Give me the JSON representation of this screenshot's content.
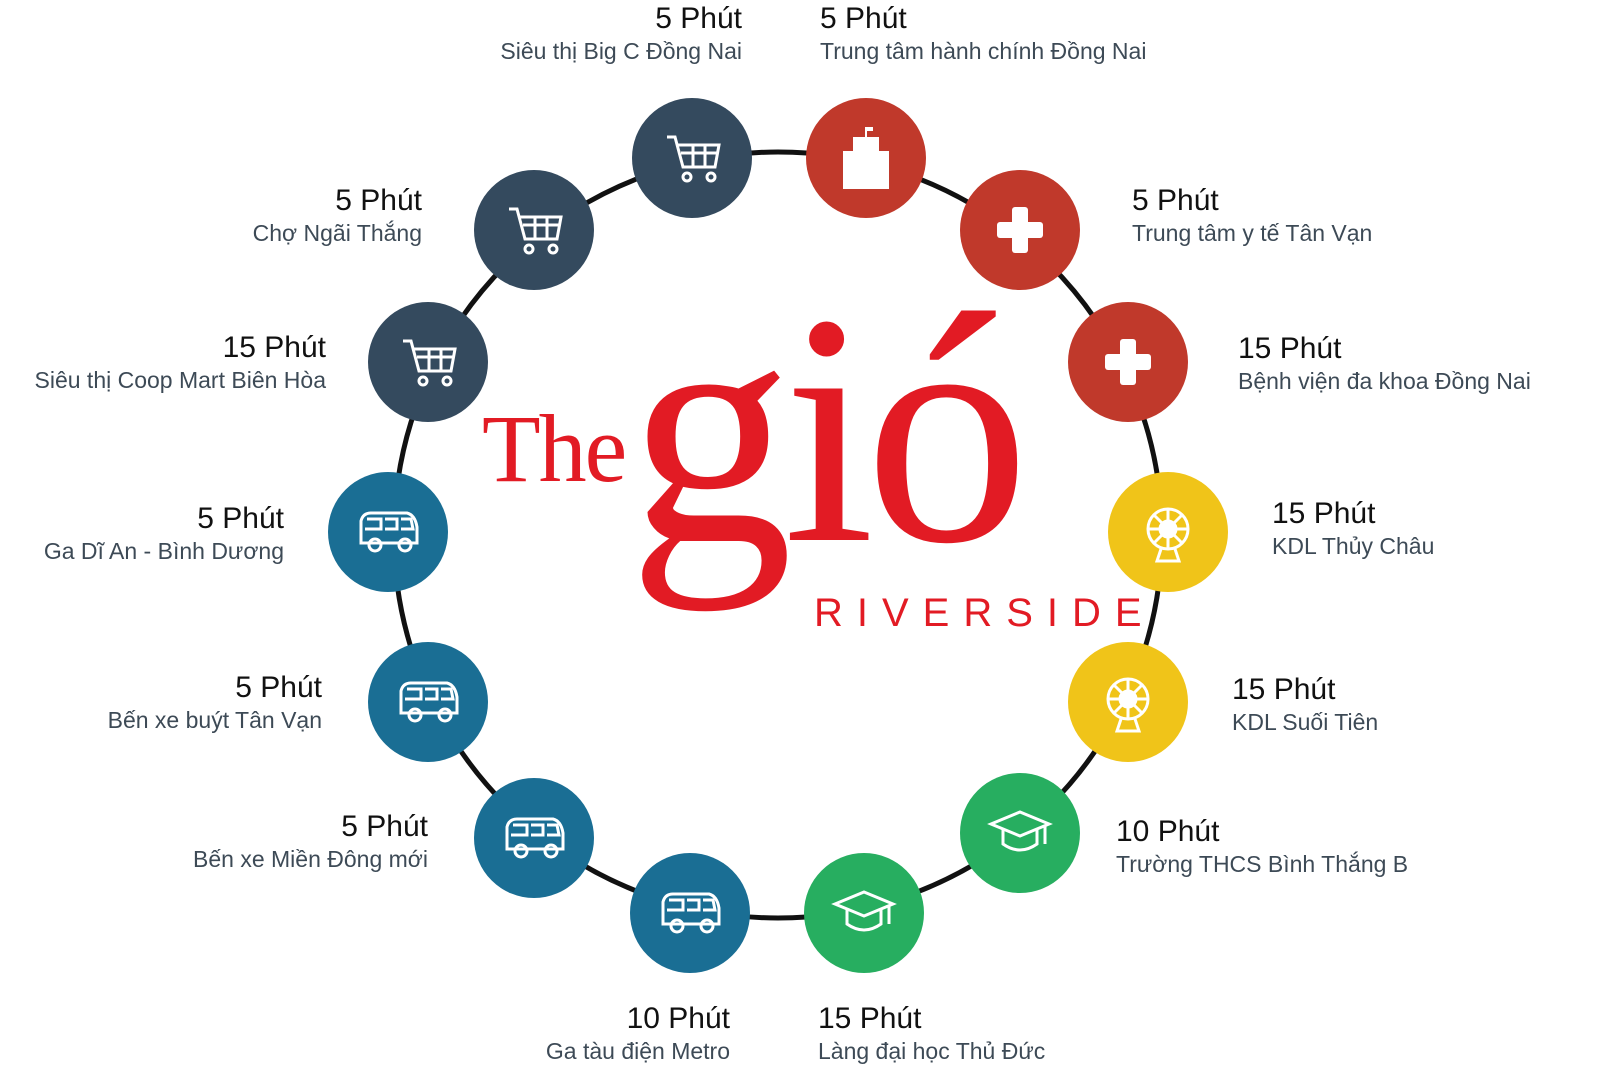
{
  "logo": {
    "the": "The",
    "gio": "gió",
    "riverside": "RIVERSIDE",
    "color": "#e21b24"
  },
  "colors": {
    "cart": "#344a5e",
    "red": "#c0392b",
    "yellow": "#f0c419",
    "green": "#27ae60",
    "bus": "#1a6e94",
    "ring": "#111111"
  },
  "places": [
    {
      "time": "5 Phút",
      "name": "Siêu thị Big C Đồng Nai",
      "icon": "shopping-cart-icon"
    },
    {
      "time": "5 Phút",
      "name": "Trung tâm hành chính Đồng Nai",
      "icon": "building-icon"
    },
    {
      "time": "5 Phút",
      "name": "Trung tâm y tế Tân Vạn",
      "icon": "medical-cross-icon"
    },
    {
      "time": "15 Phút",
      "name": "Bệnh viện đa khoa Đồng Nai",
      "icon": "medical-cross-icon"
    },
    {
      "time": "15 Phút",
      "name": "KDL Thủy Châu",
      "icon": "ferris-wheel-icon"
    },
    {
      "time": "15 Phút",
      "name": "KDL Suối Tiên",
      "icon": "ferris-wheel-icon"
    },
    {
      "time": "10 Phút",
      "name": "Trường THCS Bình Thắng B",
      "icon": "graduation-cap-icon"
    },
    {
      "time": "15 Phút",
      "name": "Làng đại học Thủ Đức",
      "icon": "graduation-cap-icon"
    },
    {
      "time": "10 Phút",
      "name": "Ga tàu điện Metro",
      "icon": "bus-icon"
    },
    {
      "time": "5 Phút",
      "name": "Bến xe Miền Đông mới",
      "icon": "bus-icon"
    },
    {
      "time": "5 Phút",
      "name": "Bến xe buýt Tân Vạn",
      "icon": "bus-icon"
    },
    {
      "time": "5 Phút",
      "name": "Ga Dĩ An - Bình Dương",
      "icon": "bus-icon"
    },
    {
      "time": "15 Phút",
      "name": "Siêu thị Coop Mart Biên Hòa",
      "icon": "shopping-cart-icon"
    },
    {
      "time": "5 Phút",
      "name": "Chợ Ngãi Thắng",
      "icon": "shopping-cart-icon"
    }
  ]
}
